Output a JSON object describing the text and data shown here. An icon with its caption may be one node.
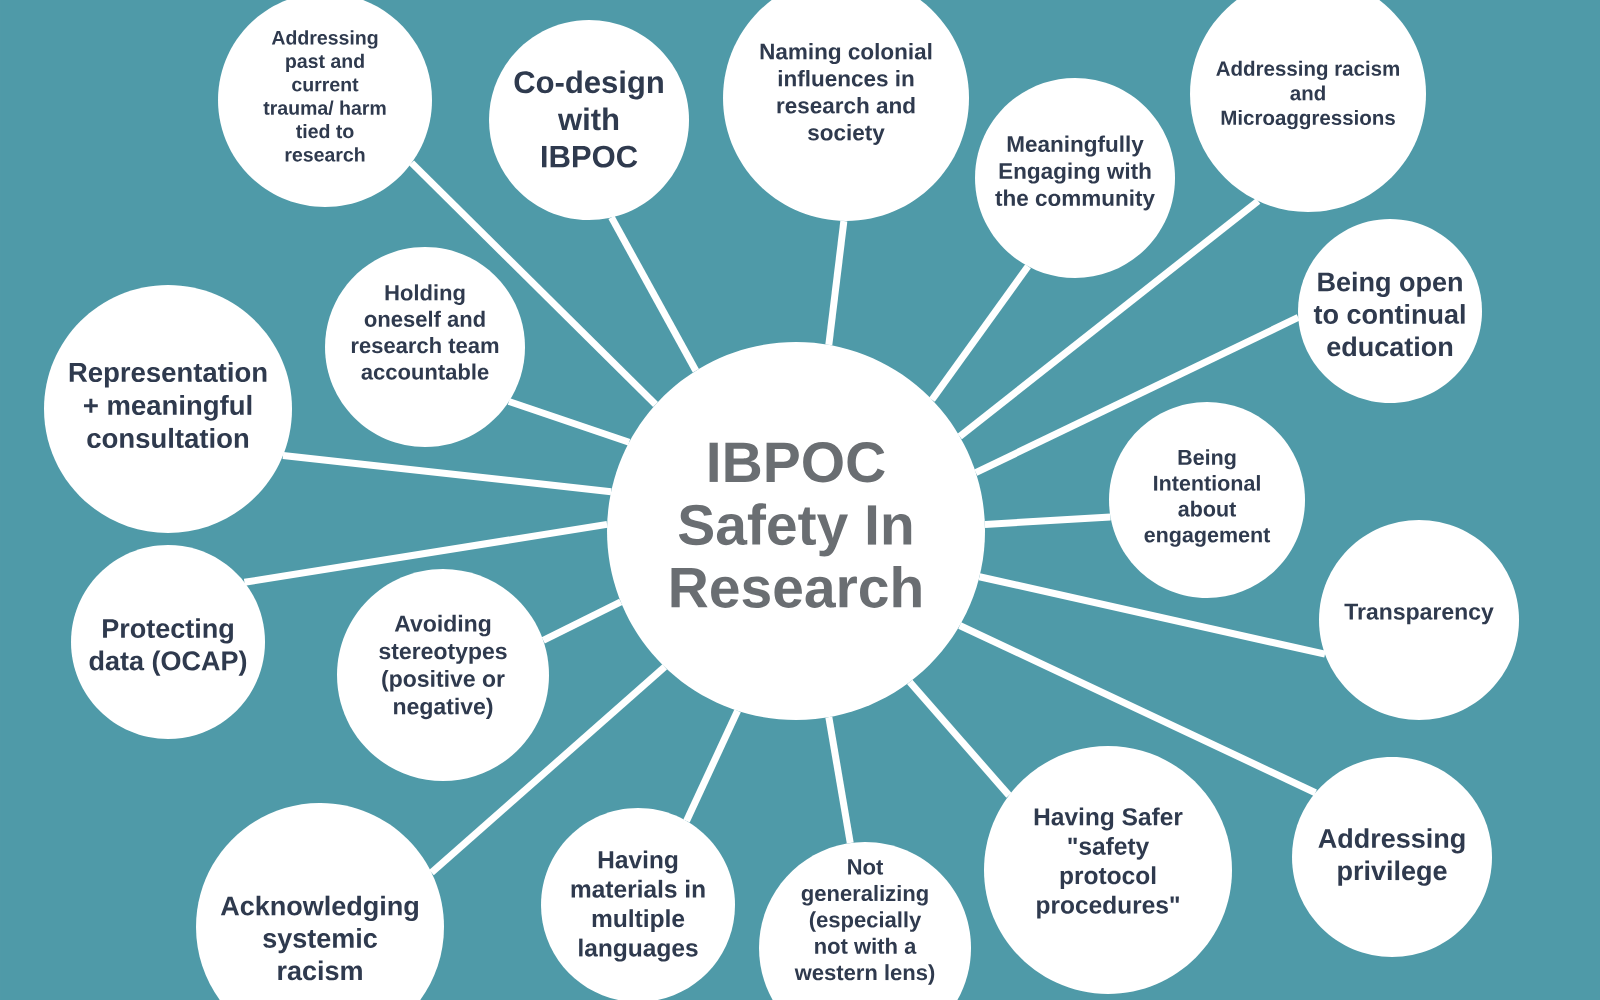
{
  "diagram": {
    "nodes": [
      {
        "text": [
          "IBPOC Safety In Research"
        ]
      },
      {
        "text": [
          "Addressing past and current trauma/ harm tied to research"
        ]
      },
      {
        "text": [
          "Co-design with IBPOC"
        ]
      },
      {
        "text": [
          "Naming colonial influences in research and society"
        ]
      },
      {
        "text": [
          "Meaningfully Engaging with the community"
        ]
      },
      {
        "text": [
          "Addressing racism and Microaggressions"
        ]
      },
      {
        "text": [
          "Being open to continual education"
        ]
      },
      {
        "text": [
          "Being Intentional about engagement"
        ]
      },
      {
        "text": [
          "Transparency"
        ]
      },
      {
        "text": [
          "Addressing privilege"
        ]
      },
      {
        "text": [
          "Having Safer \"safety protocol procedures\""
        ]
      },
      {
        "text": [
          "Not generalizing (especially not with a western lens)"
        ]
      },
      {
        "text": [
          "Having materials in multiple languages"
        ]
      },
      {
        "text": [
          "Acknowledging systemic racism"
        ]
      },
      {
        "text": [
          "Avoiding stereotypes (positive or negative)"
        ]
      },
      {
        "text": [
          "Protecting data (OCAP)"
        ]
      },
      {
        "text": [
          "Representation + meaningful consultation"
        ]
      },
      {
        "text": [
          "Holding oneself and research team accountable"
        ]
      }
    ],
    "edges": [
      {
        "from": 0,
        "to": 1,
        "arrow": "none"
      },
      {
        "from": 0,
        "to": 2,
        "arrow": "none"
      },
      {
        "from": 0,
        "to": 3,
        "arrow": "none"
      },
      {
        "from": 0,
        "to": 4,
        "arrow": "none"
      },
      {
        "from": 0,
        "to": 5,
        "arrow": "none"
      },
      {
        "from": 0,
        "to": 6,
        "arrow": "none"
      },
      {
        "from": 0,
        "to": 7,
        "arrow": "none"
      },
      {
        "from": 0,
        "to": 8,
        "arrow": "none"
      },
      {
        "from": 0,
        "to": 9,
        "arrow": "none"
      },
      {
        "from": 0,
        "to": 10,
        "arrow": "none"
      },
      {
        "from": 0,
        "to": 11,
        "arrow": "none"
      },
      {
        "from": 0,
        "to": 12,
        "arrow": "none"
      },
      {
        "from": 0,
        "to": 13,
        "arrow": "none"
      },
      {
        "from": 0,
        "to": 14,
        "arrow": "none"
      },
      {
        "from": 0,
        "to": 15,
        "arrow": "none"
      },
      {
        "from": 0,
        "to": 16,
        "arrow": "none"
      },
      {
        "from": 0,
        "to": 17,
        "arrow": "none"
      }
    ]
  }
}
